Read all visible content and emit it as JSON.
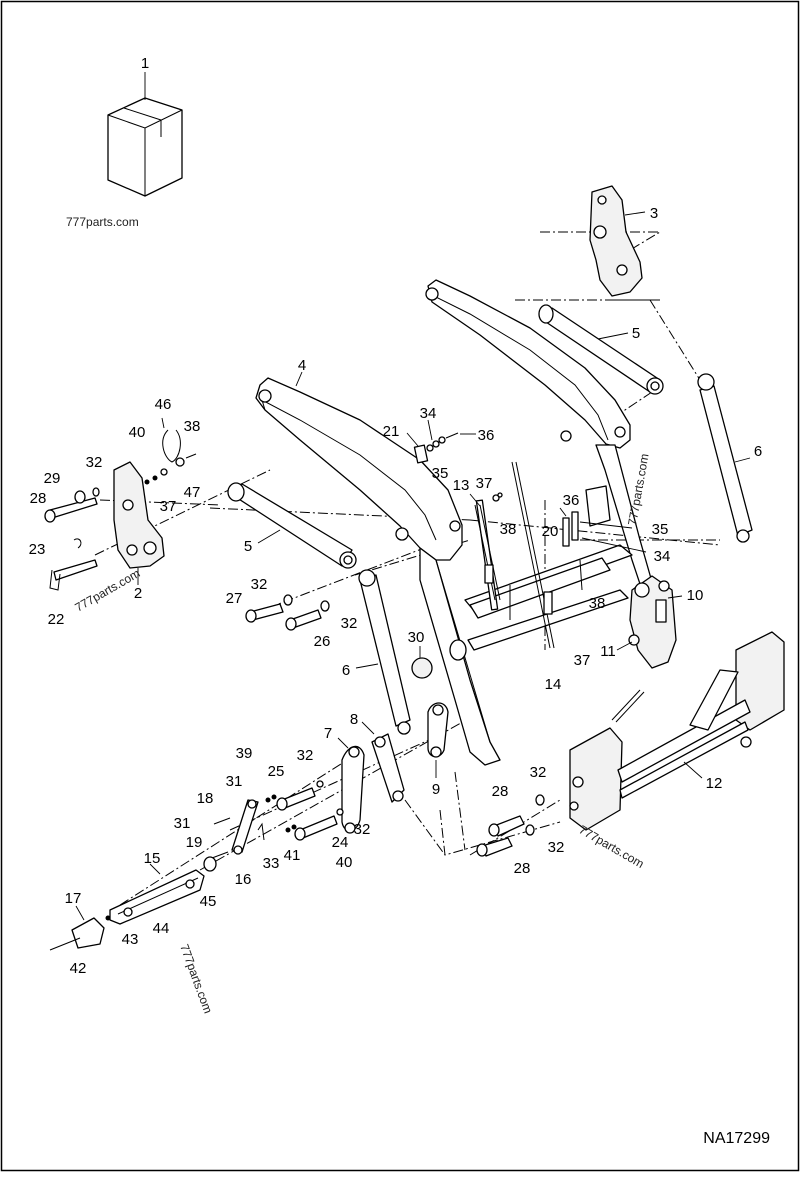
{
  "drawing": {
    "reference": "NA17299",
    "watermark": "777parts.com",
    "callouts": {
      "c1": "1",
      "c2": "2",
      "c3": "3",
      "c4": "4",
      "c5a": "5",
      "c5b": "5",
      "c6a": "6",
      "c6b": "6",
      "c7": "7",
      "c8": "8",
      "c9": "9",
      "c10": "10",
      "c11": "11",
      "c12": "12",
      "c13": "13",
      "c14": "14",
      "c15": "15",
      "c16": "16",
      "c17": "17",
      "c18": "18",
      "c19": "19",
      "c20": "20",
      "c21": "21",
      "c22": "22",
      "c23": "23",
      "c24": "24",
      "c25": "25",
      "c26": "26",
      "c27": "27",
      "c28a": "28",
      "c28b": "28",
      "c28c": "28",
      "c29": "29",
      "c30": "30",
      "c31a": "31",
      "c31b": "31",
      "c32a": "32",
      "c32b": "32",
      "c32c": "32",
      "c32d": "32",
      "c32e": "32",
      "c32f": "32",
      "c32g": "32",
      "c33": "33",
      "c34a": "34",
      "c34b": "34",
      "c35a": "35",
      "c35b": "35",
      "c36a": "36",
      "c36b": "36",
      "c37a": "37",
      "c37b": "37",
      "c37c": "37",
      "c38a": "38",
      "c38b": "38",
      "c38c": "38",
      "c39": "39",
      "c40a": "40",
      "c40b": "40",
      "c41": "41",
      "c42": "42",
      "c43": "43",
      "c44": "44",
      "c45": "45",
      "c46": "46",
      "c47": "47"
    }
  }
}
